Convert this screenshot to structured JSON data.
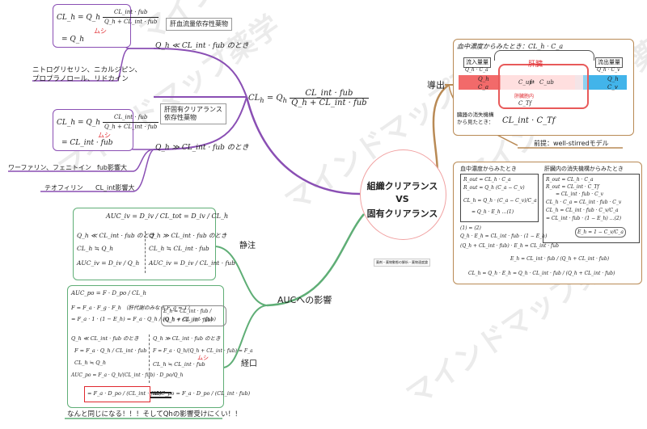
{
  "center": {
    "line1": "組織クリアランス",
    "line2": "VS",
    "line3": "固有クリアランス",
    "source_tag": "薬剤・薬物動態の解析・薬物速度論"
  },
  "colors": {
    "purple": "#8a4fb4",
    "green": "#5fae76",
    "brown": "#b98a55",
    "pink": "#f1a2a2",
    "red": "#e0282e",
    "blue": "#42b4ea"
  },
  "watermark": "マインドマップ薬学",
  "purple_branch": {
    "main_formula": {
      "lhs": "CL",
      "lhs_sub": "h",
      "eq": " = Q",
      "eq_sub": "h",
      "num": "CL_int · fub",
      "den": "Q_h + CL_int · fub"
    },
    "case1": {
      "label": "Q_h ≪ CL_int · fub のとき",
      "callout": "肝血流量依存性薬物",
      "box": {
        "l1_lhs": "CL_h = Q_h",
        "l1_num": "CL_int · fub",
        "l1_den": "Q_h + CL_int · fub",
        "mushi": "ムシ",
        "l2": "= Q_h"
      },
      "drugs": "ニトログリセリン、ニカルジピン、プロプラノロール、リドカイン"
    },
    "case2": {
      "label": "Q_h ≫ CL_int · fub のとき",
      "callout_l1": "肝固有クリアランス",
      "callout_l2": "依存性薬物",
      "box": {
        "l1_lhs": "CL_h = Q_h",
        "l1_num": "CL_int · fub",
        "l1_den": "Q_h + CL_int · fub",
        "mushi": "ムシ",
        "l2": "= CL_int · fub"
      },
      "drugs1": "ワーファリン、フェニトイン",
      "effect1": "fub影響大",
      "drugs2": "テオフィリン",
      "effect2": "CL_int影響大"
    }
  },
  "green_branch": {
    "label": "AUCへの影響",
    "iv": {
      "label": "静注",
      "top": "AUC_iv = D_iv / CL_tot = D_iv / CL_h",
      "left": [
        "Q_h ≪ CL_int · fub のとき",
        "CL_h ≒ Q_h",
        "AUC_iv = D_iv / Q_h"
      ],
      "right": [
        "Q_h ≫ CL_int · fub のとき",
        "CL_h ≒ CL_int · fub",
        "AUC_iv = D_iv / CL_int · fub"
      ]
    },
    "po": {
      "label": "経口",
      "l1": "AUC_po = F · D_po / CL_h",
      "l2": "F = F_a · F_g · F_h （肝代謝のみなら F_g = 1）",
      "l3": "= F_a · 1 · (1 − E_h) = F_a · Q_h / (Q_h + CL_int · fub)",
      "eh": "E_h = CL_int · fub / (Q_h + CL_int · fub)",
      "left": [
        "Q_h ≪ CL_int · fub のとき",
        "F = F_a · Q_h / CL_int · fub",
        "CL_h ≒ Q_h",
        "AUC_po = F_a · Q_h/(CL_int · fub) · D_po/Q_h",
        "= F_a · D_po / (CL_int · fub)"
      ],
      "right": [
        "Q_h ≫ CL_int · fub のとき",
        "F = F_a · Q_h/(Q_h + CL_int · fub) = F_a",
        "CL_h ≒ CL_int · fub",
        "AUC_po = F_a · D_po / (CL_int · fub)"
      ],
      "mushi": "ムシ"
    },
    "note": "なんと同じになる！！！そしてQhの影響受けにくい！！"
  },
  "brown_branch": {
    "label": "導出",
    "premise": "前提：well-stirredモデル",
    "diagram": {
      "top": "血中濃度からみたとき：CL_h · C_a",
      "inflow": "流入量量",
      "inflow2": "Q_h · C_a",
      "outflow": "流出量量",
      "outflow2": "Q_h · C_v",
      "liver": "肝臓",
      "cell": "肝臓胞内",
      "qh_left": "Q_h",
      "ca": "C_a",
      "qh_right": "Q_h",
      "cv": "C_v",
      "cuf": "C_uf",
      "cub": "C_ub",
      "ctf": "C_Tf",
      "bottom_l1": "臓器の消失機構",
      "bottom_l2": "から見たとき：",
      "bottom_formula": "CL_int · C_Tf"
    },
    "derivation": {
      "left_title": "血中濃度からみたとき",
      "left": [
        "R_out = CL_h · C_a",
        "R_out = Q_h (C_a − C_v)",
        "CL_h = Q_h · (C_a − C_v)/C_a",
        "= Q_h · E_h …(1)"
      ],
      "right_title": "肝臓内の消失機構からみたとき",
      "right": [
        "R_out = CL_h · C_a",
        "R_out = CL_int · C_Tf",
        "= CL_int · fub · C_v",
        "CL_h · C_a = CL_int · fub · C_v",
        "CL_h = CL_int · fub · C_v/C_a",
        "= CL_int · fub · (1 − E_h) …(2)",
        "E_h = 1 − C_v/C_a"
      ],
      "bottom": [
        "(1) = (2)",
        "Q_h · E_h = CL_int · fub · (1 − E_h)",
        "(Q_h + CL_int · fub) · E_h = CL_int · fub",
        "E_h = CL_int · fub / (Q_h + CL_int · fub)",
        "CL_h = Q_h · E_h = Q_h · CL_int · fub / (Q_h + CL_int · fub)"
      ]
    }
  }
}
